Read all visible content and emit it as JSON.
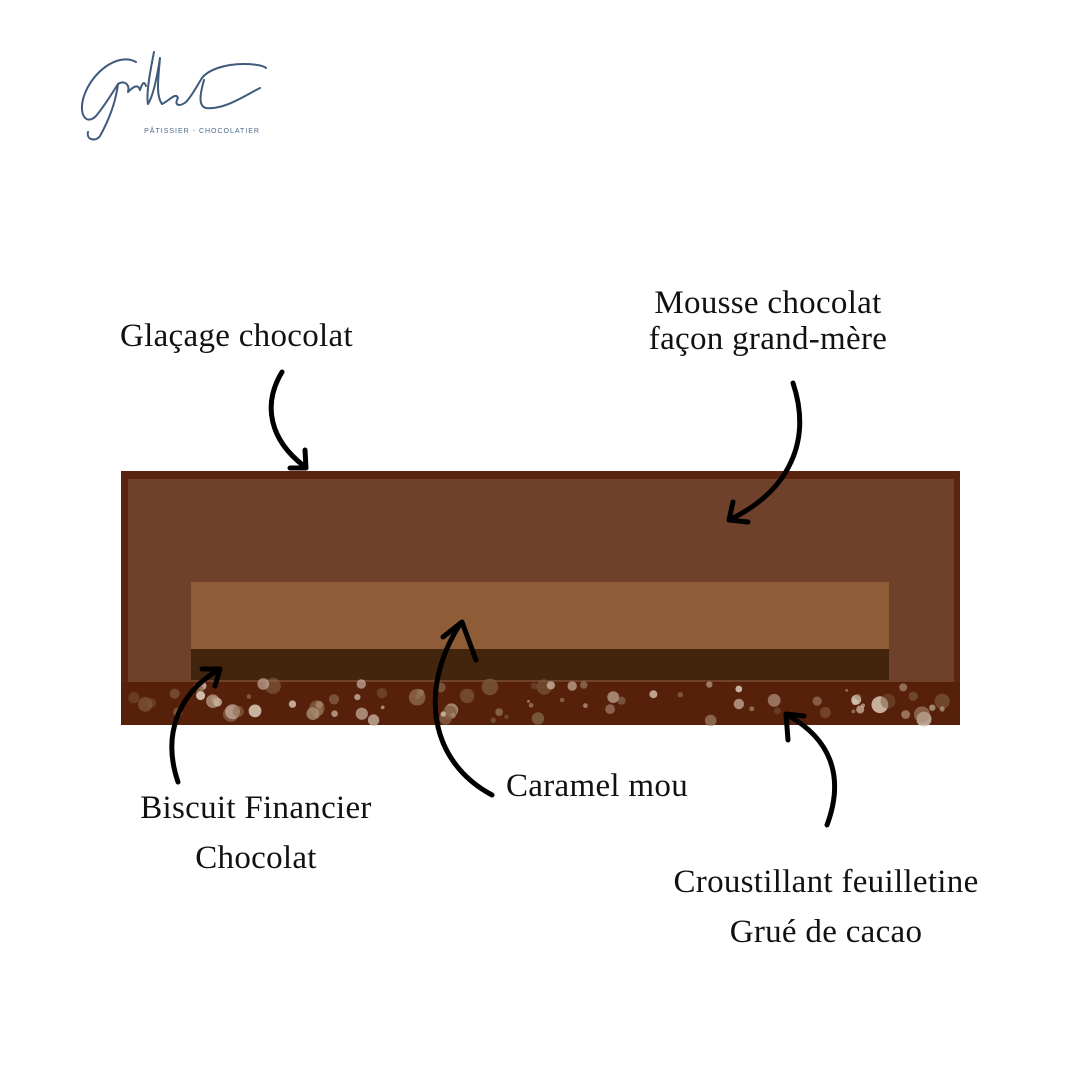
{
  "brand": {
    "signature": "Guillet",
    "tagline": "PÂTISSIER - CHOCOLATIER",
    "color": "#3e5a7c"
  },
  "layers": [
    {
      "id": "glacage",
      "lines": [
        "Glaçage chocolat"
      ]
    },
    {
      "id": "mousse",
      "lines": [
        "Mousse chocolat",
        "façon grand-mère"
      ]
    },
    {
      "id": "biscuit",
      "lines": [
        "Biscuit Financier",
        "Chocolat"
      ]
    },
    {
      "id": "caramel",
      "lines": [
        "Caramel mou"
      ]
    },
    {
      "id": "croustillant",
      "lines": [
        "Croustillant feuilletine",
        "Grué de cacao"
      ]
    }
  ],
  "colors": {
    "glacage": "#5a2410",
    "mousse": "#6f412a",
    "caramel": "#8e5d38",
    "biscuit": "#43240c",
    "croustillant": "#57200a",
    "arrow": "#000000"
  }
}
